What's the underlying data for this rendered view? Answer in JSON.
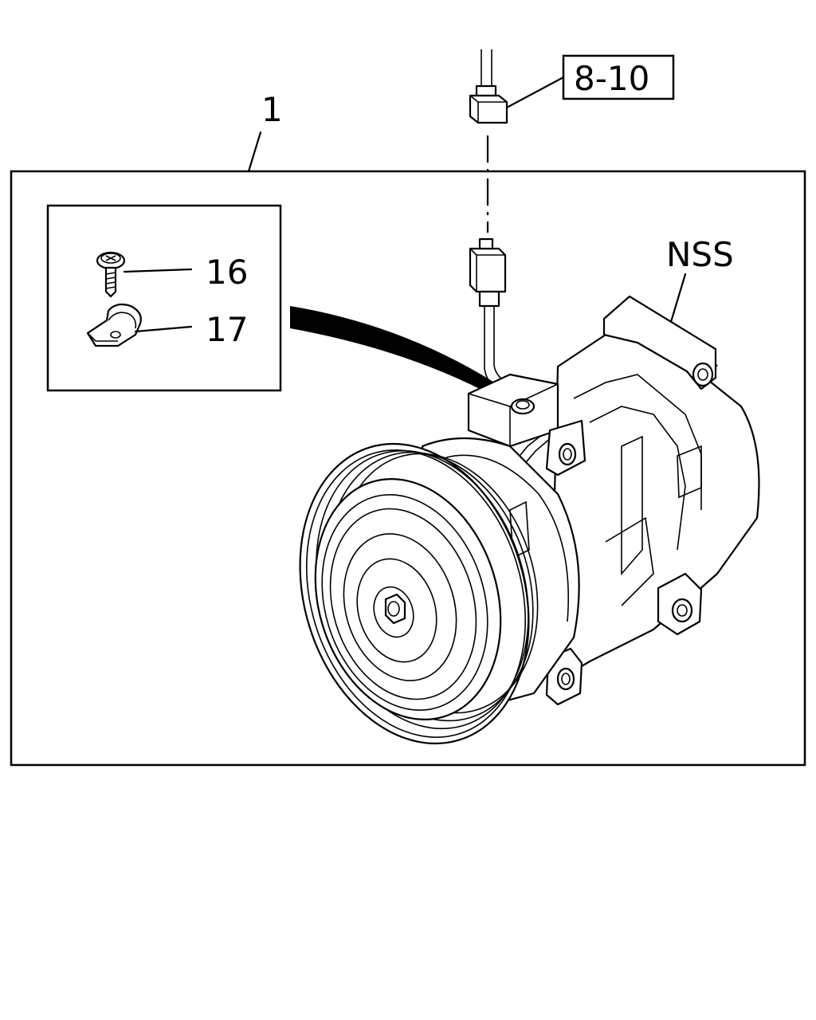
{
  "callouts": {
    "assembly": "1",
    "connector_ref": "8-10",
    "nss": "NSS",
    "screw": "16",
    "clip": "17"
  },
  "icons": [
    "compressor-icon",
    "screw-icon",
    "clip-icon",
    "connector-icon"
  ]
}
